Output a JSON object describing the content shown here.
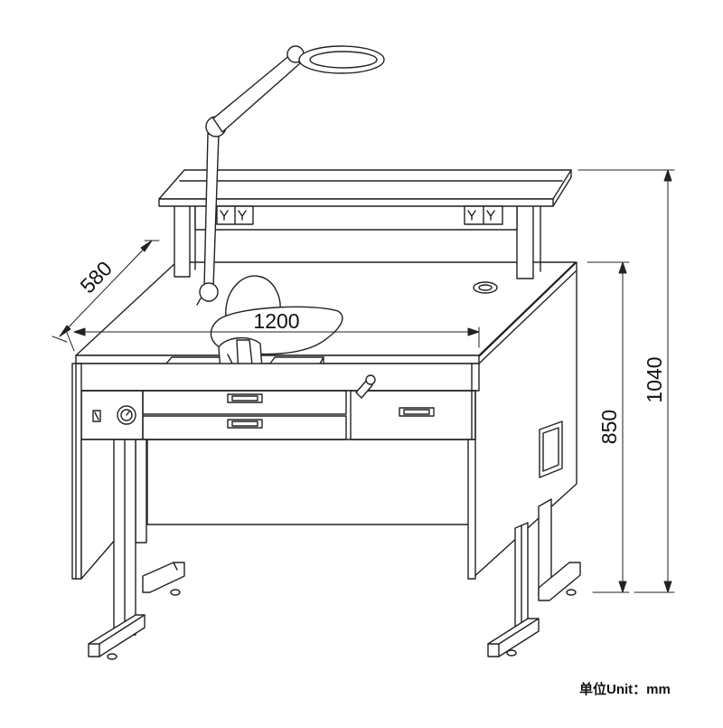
{
  "dimensions": {
    "depth": "580",
    "width": "1200",
    "table_height": "850",
    "total_height": "1040"
  },
  "unit_label": "单位Unit：mm",
  "colors": {
    "line": "#222222",
    "fill": "#ffffff"
  }
}
